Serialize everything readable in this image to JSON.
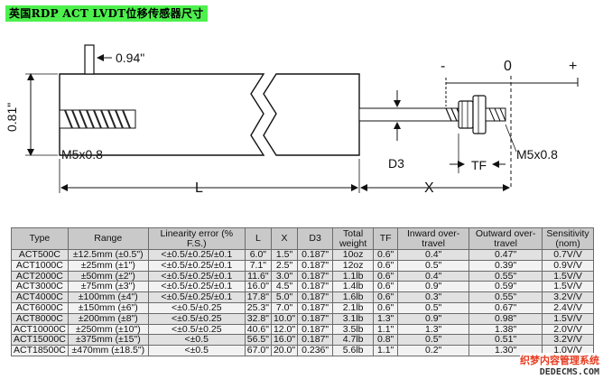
{
  "title": "英国RDP ACT LVDT位移传感器尺寸",
  "drawing": {
    "pin_dim": "0.94\"",
    "height_dim": "0.81\"",
    "thread_left": "M5x0.8",
    "thread_right": "M5x0.8",
    "rod_dim": "D3",
    "tf_dim": "TF",
    "body_len": "L",
    "stroke_len": "X",
    "minus": "-",
    "zero": "0",
    "plus": "+"
  },
  "table": {
    "headers": [
      "Type",
      "Range",
      "Linearity error (% F.S.)",
      "L",
      "X",
      "D3",
      "Total weight",
      "TF",
      "Inward over-travel",
      "Outward over-travel",
      "Sensitivity (nom)"
    ],
    "rows": [
      [
        "ACT500C",
        "±12.5mm (±0.5\")",
        "<±0.5/±0.25/±0.1",
        "6.0\"",
        "1.5\"",
        "0.187\"",
        "10oz",
        "0.6\"",
        "0.4\"",
        "0.47\"",
        "0.7V/V"
      ],
      [
        "ACT1000C",
        "±25mm (±1\")",
        "<±0.5/±0.25/±0.1",
        "7.1\"",
        "2.5\"",
        "0.187\"",
        "12oz",
        "0.6\"",
        "0.5\"",
        "0.39\"",
        "0.9V/V"
      ],
      [
        "ACT2000C",
        "±50mm (±2\")",
        "<±0.5/±0.25/±0.1",
        "11.6\"",
        "3.0\"",
        "0.187\"",
        "1.1lb",
        "0.6\"",
        "0.4\"",
        "0.55\"",
        "1.5V/V"
      ],
      [
        "ACT3000C",
        "±75mm (±3\")",
        "<±0.5/±0.25/±0.1",
        "16.0\"",
        "4.5\"",
        "0.187\"",
        "1.4lb",
        "0.6\"",
        "0.9\"",
        "0.59\"",
        "1.5V/V"
      ],
      [
        "ACT4000C",
        "±100mm (±4\")",
        "<±0.5/±0.25/±0.1",
        "17.8\"",
        "5.0\"",
        "0.187\"",
        "1.6lb",
        "0.6\"",
        "0.3\"",
        "0.55\"",
        "3.2V/V"
      ],
      [
        "ACT6000C",
        "±150mm (±6\")",
        "<±0.5/±0.25",
        "25.3\"",
        "7.0\"",
        "0.187\"",
        "2.1lb",
        "0.6\"",
        "0.5\"",
        "0.67\"",
        "2.4V/V"
      ],
      [
        "ACT8000C",
        "±200mm (±8\")",
        "<±0.5/±0.25",
        "32.8\"",
        "10.0\"",
        "0.187\"",
        "3.1lb",
        "1.3\"",
        "0.9\"",
        "0.98\"",
        "1.5V/V"
      ],
      [
        "ACT10000C",
        "±250mm (±10\")",
        "<±0.5/±0.25",
        "40.6\"",
        "12.0\"",
        "0.187\"",
        "3.5lb",
        "1.1\"",
        "1.3\"",
        "1.38\"",
        "2.0V/V"
      ],
      [
        "ACT15000C",
        "±375mm (±15\")",
        "<±0.5",
        "56.5\"",
        "16.0\"",
        "0.187\"",
        "4.7lb",
        "0.8\"",
        "0.5\"",
        "0.51\"",
        "3.2V/V"
      ],
      [
        "ACT18500C",
        "±470mm (±18.5\")",
        "<±0.5",
        "67.0\"",
        "20.0\"",
        "0.236\"",
        "5.6lb",
        "1.1\"",
        "0.2\"",
        "1.30\"",
        "1.0V/V"
      ]
    ]
  },
  "watermark": {
    "cn": "织梦内容管理系统",
    "url": "DEDECMS.COM"
  }
}
